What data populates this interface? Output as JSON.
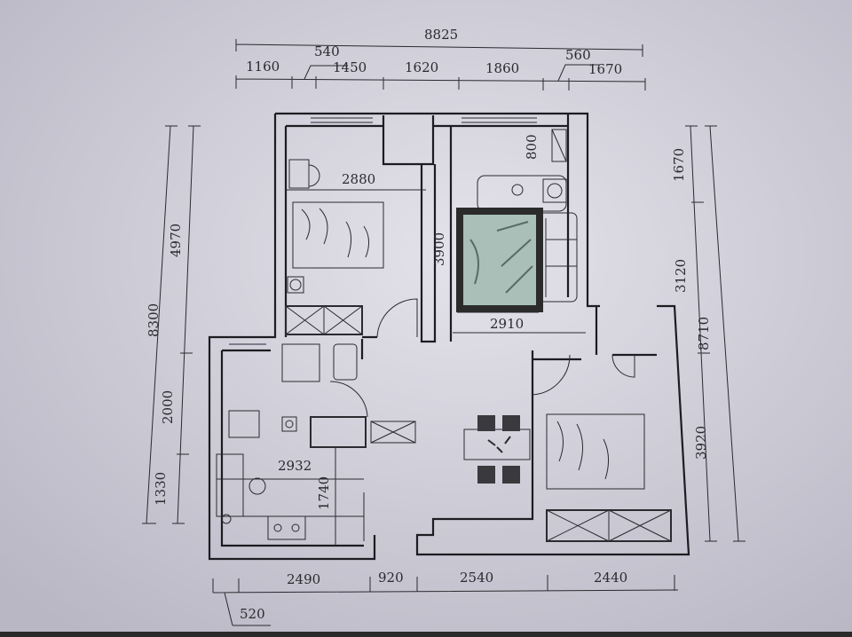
{
  "plan": {
    "top_dims": {
      "total": "8825",
      "segments": [
        "1160",
        "540",
        "1450",
        "1620",
        "1860",
        "560",
        "1670"
      ]
    },
    "bottom_dims": {
      "segments": [
        "520",
        "2490",
        "920",
        "2540",
        "2440"
      ]
    },
    "left_dims": {
      "total": "8300",
      "segments": [
        "4970",
        "2000",
        "1330"
      ]
    },
    "right_dims": {
      "total": "8710",
      "segments": [
        "1670",
        "3120",
        "3920"
      ]
    },
    "inner_dims": {
      "bedroom1_width": "2880",
      "living_depth": "3900",
      "cabinet": "800",
      "living_width": "2910",
      "kitchen_width": "2932",
      "kitchen_depth": "1740"
    },
    "colors": {
      "paper": "#d6d4de",
      "ink": "#1c1c22"
    }
  }
}
